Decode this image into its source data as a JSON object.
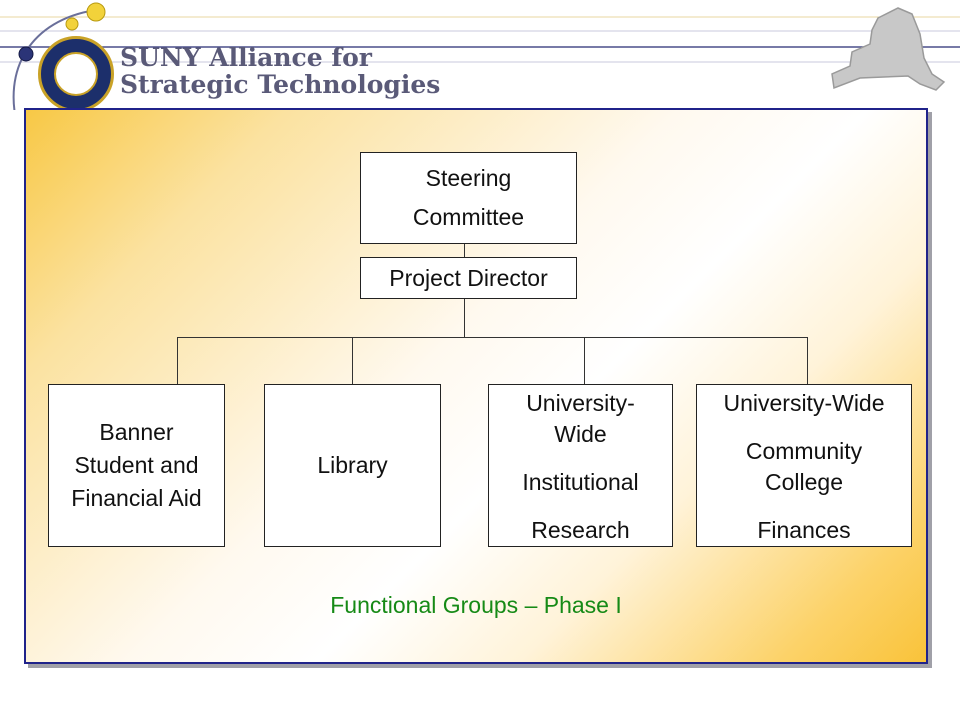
{
  "header": {
    "brand_line1": "SUNY Alliance for",
    "brand_line2": "Strategic Technologies",
    "seal_icon": "suny-seal-icon",
    "map_icon": "new-york-state-map-icon"
  },
  "diagram": {
    "steering": {
      "line1": "Steering",
      "line2": "Committee"
    },
    "director": {
      "label": "Project Director"
    },
    "groups": [
      {
        "lines": [
          "Banner",
          "Student and",
          "Financial Aid"
        ]
      },
      {
        "lines": [
          "Library"
        ]
      },
      {
        "lines": [
          "University-",
          "Wide",
          "Institutional",
          "Research"
        ]
      },
      {
        "lines": [
          "University-Wide",
          "Community",
          "College",
          "Finances"
        ]
      }
    ],
    "caption": "Functional Groups – Phase I"
  },
  "colors": {
    "panel_border": "#20238a",
    "caption": "#168a16",
    "brand_text": "#5a5a78"
  }
}
